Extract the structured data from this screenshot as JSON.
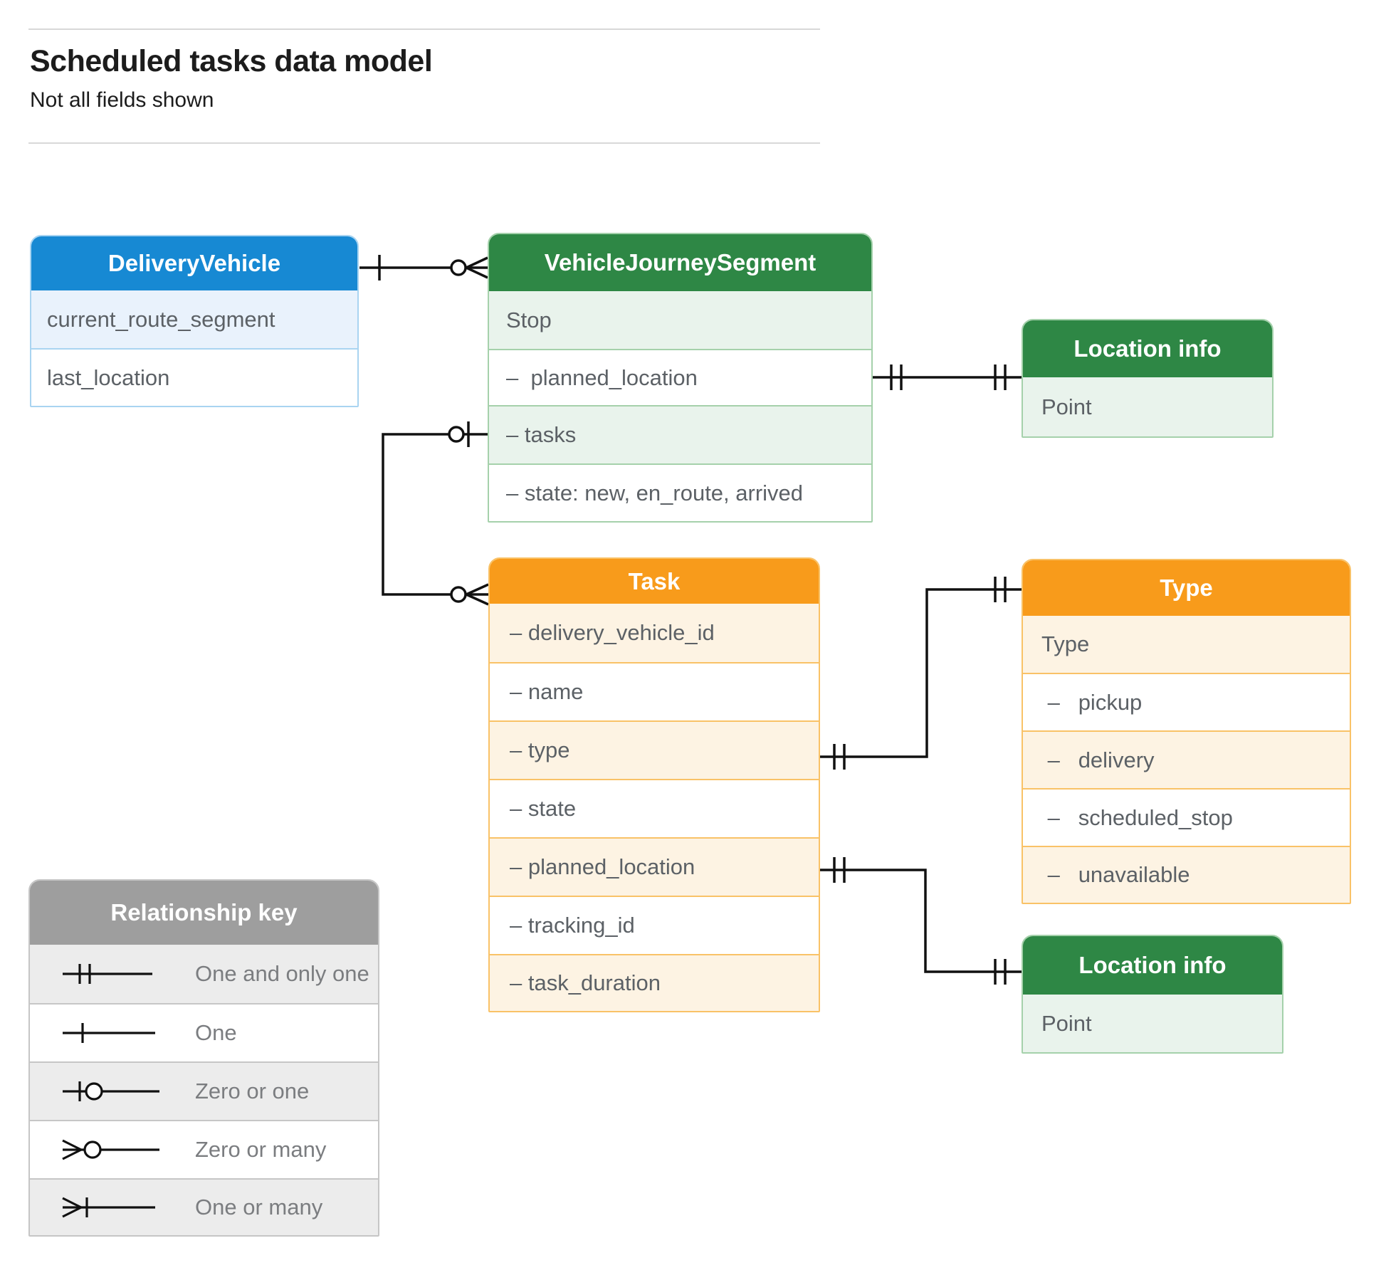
{
  "page": {
    "title": "Scheduled tasks data model",
    "subtitle": "Not all fields shown"
  },
  "colors": {
    "blue_header": "#1789d3",
    "blue_row_tint": "#e9f2fc",
    "green_header": "#2e8745",
    "green_row_tint": "#e9f3ec",
    "orange_header": "#f89b1b",
    "orange_row_tint": "#fdf3e3",
    "gray_header": "#9e9e9e",
    "gray_row_tint": "#ececec",
    "field_text": "#5c6166",
    "connector": "#111111"
  },
  "entities": {
    "delivery_vehicle": {
      "title": "DeliveryVehicle",
      "rows": [
        "current_route_segment",
        "last_location"
      ]
    },
    "vehicle_journey_segment": {
      "title": "VehicleJourneySegment",
      "rows": [
        "Stop",
        "–  planned_location",
        "– tasks",
        "– state: new, en_route, arrived"
      ]
    },
    "location_info_top": {
      "title": "Location info",
      "rows": [
        "Point"
      ]
    },
    "task": {
      "title": "Task",
      "rows": [
        "– delivery_vehicle_id",
        "– name",
        "– type",
        "– state",
        "– planned_location",
        "– tracking_id",
        "– task_duration"
      ]
    },
    "type": {
      "title": "Type",
      "rows": [
        "Type",
        " –   pickup",
        " –   delivery",
        " –   scheduled_stop",
        " –   unavailable"
      ]
    },
    "location_info_bottom": {
      "title": "Location info",
      "rows": [
        "Point"
      ]
    }
  },
  "relationships": [
    {
      "from": "DeliveryVehicle",
      "to": "VehicleJourneySegment",
      "from_cardinality": "one",
      "to_cardinality": "zero-or-many"
    },
    {
      "from": "VehicleJourneySegment.planned_location",
      "to": "Location info (top)",
      "from_cardinality": "one-and-only-one",
      "to_cardinality": "one-and-only-one"
    },
    {
      "from": "VehicleJourneySegment.tasks",
      "to": "Task",
      "from_cardinality": "zero-or-one",
      "to_cardinality": "zero-or-many"
    },
    {
      "from": "Task.type",
      "to": "Type",
      "from_cardinality": "one-and-only-one",
      "to_cardinality": "one-and-only-one"
    },
    {
      "from": "Task.planned_location",
      "to": "Location info (bottom)",
      "from_cardinality": "one-and-only-one",
      "to_cardinality": "one-and-only-one"
    }
  ],
  "legend": {
    "title": "Relationship key",
    "items": [
      {
        "symbol": "one-and-only-one",
        "label": "One and only one"
      },
      {
        "symbol": "one",
        "label": "One"
      },
      {
        "symbol": "zero-or-one",
        "label": "Zero or one"
      },
      {
        "symbol": "zero-or-many",
        "label": "Zero or many"
      },
      {
        "symbol": "one-or-many",
        "label": "One or many"
      }
    ]
  }
}
